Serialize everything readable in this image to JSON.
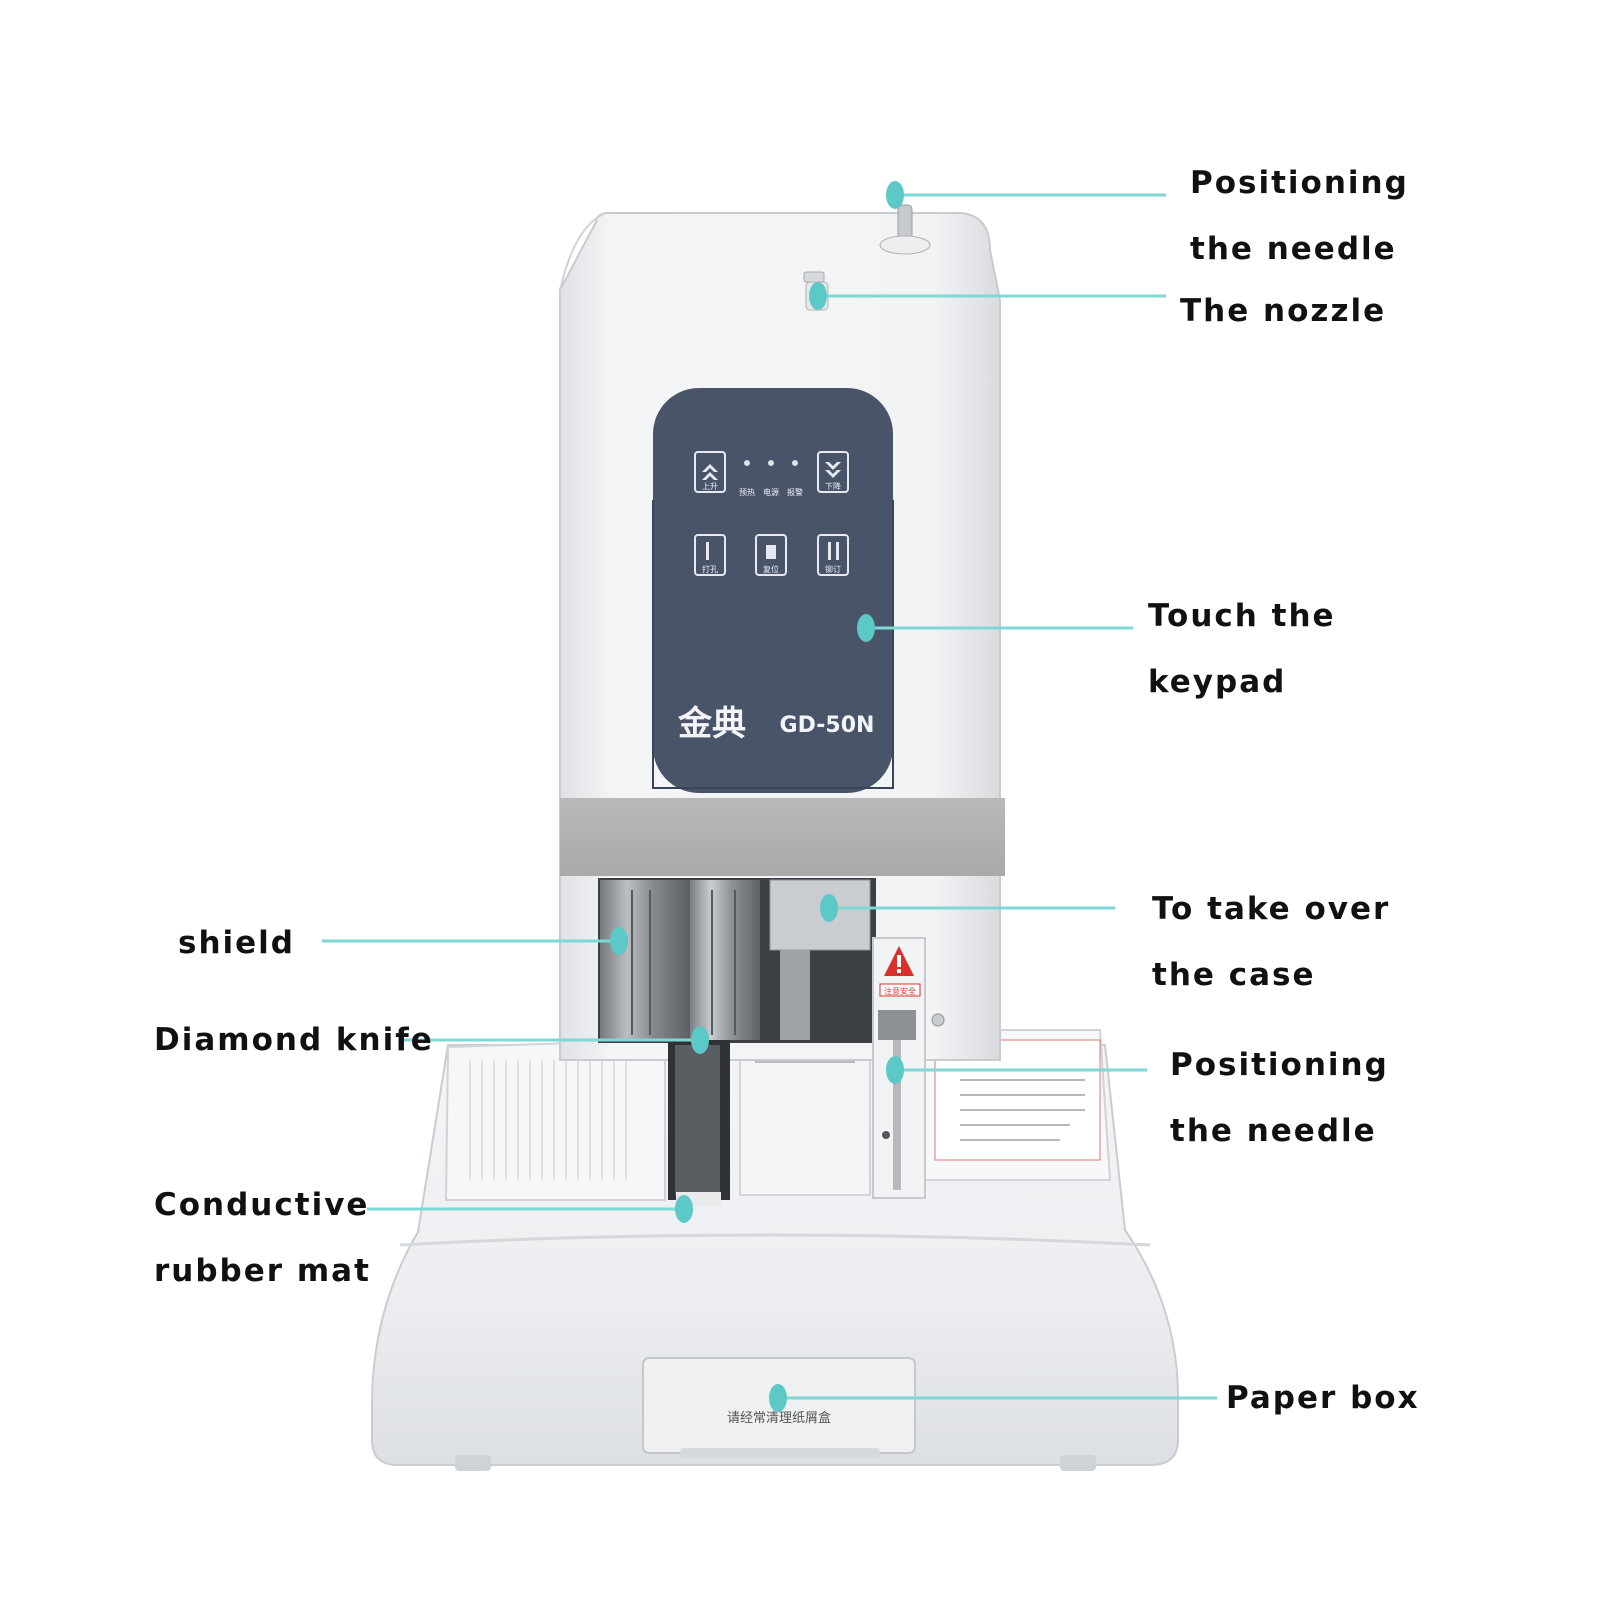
{
  "product": {
    "brand_cn": "金典",
    "model": "GD-50N",
    "paper_box_cn": "请经常清理纸屑盒",
    "warning_cn": "注意安全",
    "keypad_labels_cn": [
      "上升",
      "预热",
      "电源",
      "报警",
      "下降",
      "打孔",
      "复位",
      "铆订"
    ]
  },
  "callouts": [
    {
      "id": "positioning-needle-top",
      "line1": "Positioning",
      "line2": "the needle"
    },
    {
      "id": "nozzle",
      "line1": "The nozzle",
      "line2": ""
    },
    {
      "id": "touch-keypad",
      "line1": "Touch the",
      "line2": "keypad"
    },
    {
      "id": "take-over-case",
      "line1": "To take over",
      "line2": "the case"
    },
    {
      "id": "positioning-needle-bottom",
      "line1": "Positioning",
      "line2": "the needle"
    },
    {
      "id": "paper-box",
      "line1": "Paper box",
      "line2": ""
    },
    {
      "id": "shield",
      "line1": "shield",
      "line2": ""
    },
    {
      "id": "diamond-knife",
      "line1": "Diamond knife",
      "line2": ""
    },
    {
      "id": "conductive-rubber-mat",
      "line1": "Conductive",
      "line2": "rubber mat"
    }
  ],
  "colors": {
    "callout_line": "#7ed9d6",
    "callout_dot": "#5cc9c6",
    "panel": "#4a5468",
    "machine_body": "#f1f2f4",
    "warning": "#d9302a"
  }
}
